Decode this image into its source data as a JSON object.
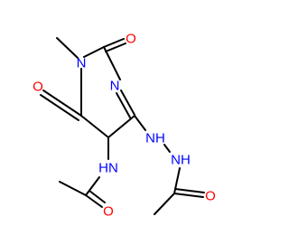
{
  "colors": {
    "bond": "#000000",
    "oxygen": "#ff0000",
    "nitrogen": "#0000ff",
    "background": "#ffffff"
  },
  "atoms": {
    "n1": {
      "label": "N",
      "element": "nitrogen"
    },
    "n3": {
      "label": "N",
      "element": "nitrogen"
    },
    "nh_amide": {
      "label": "HN",
      "element": "nitrogen"
    },
    "nh_hydrazine_1": {
      "label": "NH",
      "element": "nitrogen"
    },
    "nh_hydrazine_2": {
      "label": "NH",
      "element": "nitrogen"
    },
    "o_c2": {
      "label": "O",
      "element": "oxygen"
    },
    "o_c6": {
      "label": "O",
      "element": "oxygen"
    },
    "o_acetamide": {
      "label": "O",
      "element": "oxygen"
    },
    "o_acetohydrazide": {
      "label": "O",
      "element": "oxygen"
    }
  }
}
